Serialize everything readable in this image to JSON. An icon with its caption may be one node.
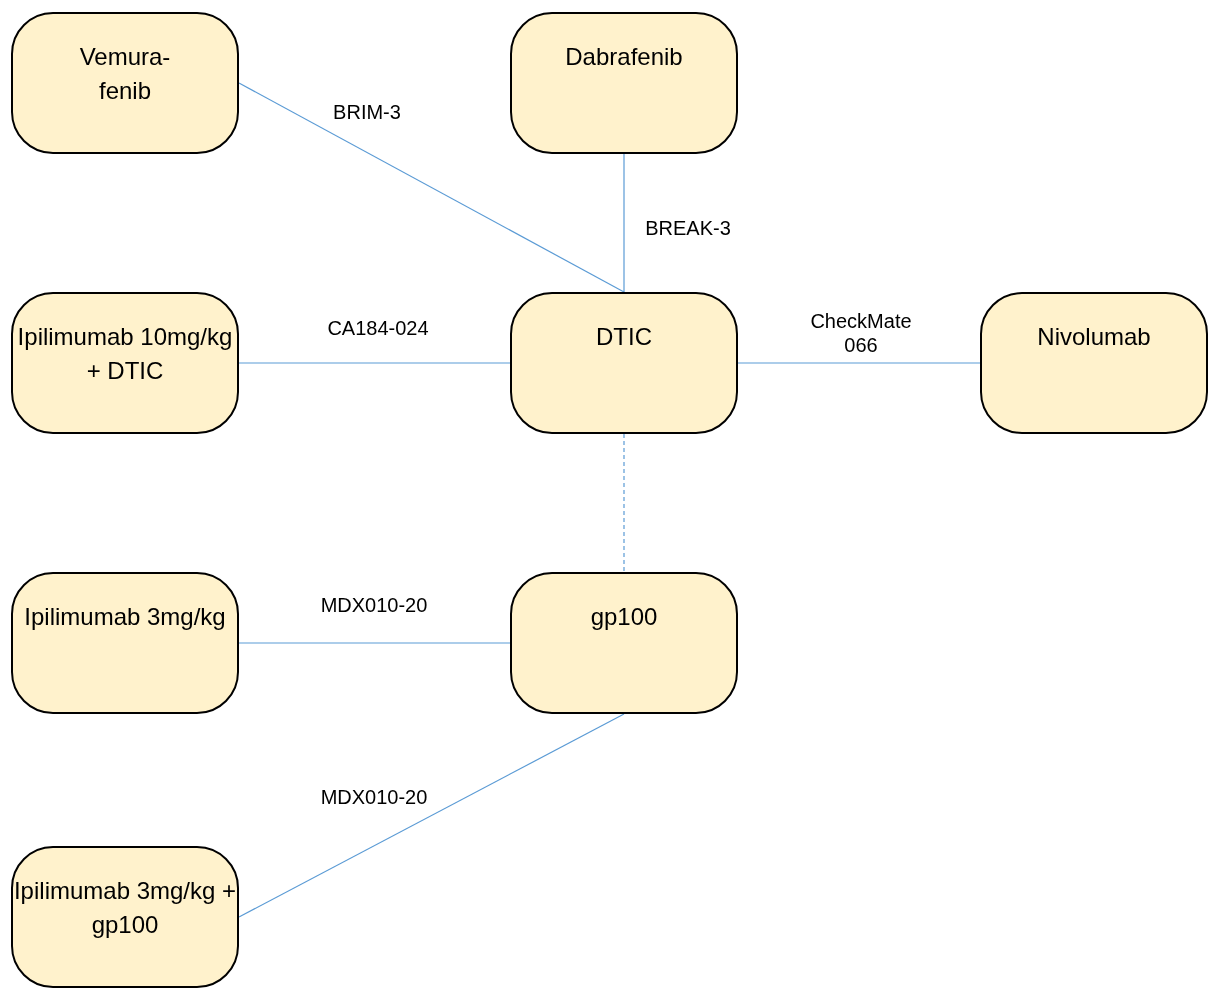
{
  "diagram": {
    "nodes": [
      {
        "text": [
          "Vemura-fenib"
        ]
      },
      {
        "text": [
          "Dabrafenib"
        ]
      },
      {
        "text": [
          "Ipilimumab 10mg/kg + DTIC"
        ]
      },
      {
        "text": [
          "DTIC"
        ]
      },
      {
        "text": [
          "Nivolumab"
        ]
      },
      {
        "text": [
          "Ipilimumab 3mg/kg"
        ]
      },
      {
        "text": [
          "gp100"
        ]
      },
      {
        "text": [
          "Ipilimumab 3mg/kg + gp100"
        ]
      }
    ],
    "edges": [
      {
        "from": 0,
        "to": 3,
        "arrow": "none",
        "label": "BRIM-3"
      },
      {
        "from": 1,
        "to": 3,
        "arrow": "none",
        "label": "BREAK-3"
      },
      {
        "from": 2,
        "to": 3,
        "arrow": "none",
        "label": "CA184-024"
      },
      {
        "from": 3,
        "to": 4,
        "arrow": "none",
        "label": "CheckMate 066"
      },
      {
        "from": 3,
        "to": 6,
        "arrow": "none",
        "style": "dashed"
      },
      {
        "from": 5,
        "to": 6,
        "arrow": "none",
        "label": "MDX010-20"
      },
      {
        "from": 7,
        "to": 6,
        "arrow": "none",
        "label": "MDX010-20"
      }
    ]
  }
}
